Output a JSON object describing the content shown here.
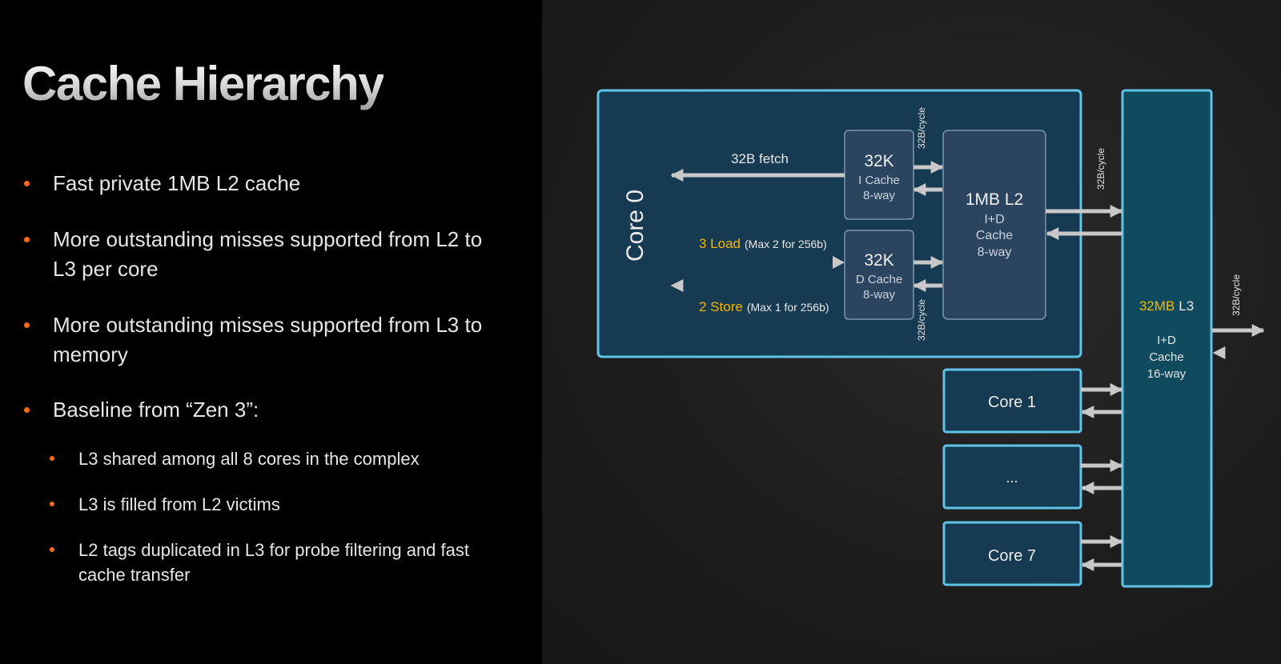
{
  "slide": {
    "title": "Cache Hierarchy"
  },
  "bullets": [
    {
      "text": "Fast private 1MB L2 cache",
      "level": 1
    },
    {
      "text": "More outstanding misses supported from L2 to L3 per core",
      "level": 1
    },
    {
      "text": "More outstanding misses supported from L3 to memory",
      "level": 1
    },
    {
      "text": "Baseline from “Zen 3”:",
      "level": 1
    },
    {
      "text": "L3 shared among all 8 cores in the complex",
      "level": 2
    },
    {
      "text": "L3 is filled from L2 victims",
      "level": 2
    },
    {
      "text": "L2 tags duplicated in L3 for probe filtering and fast cache transfer",
      "level": 2
    }
  ],
  "diagram": {
    "core0": {
      "label": "Core 0"
    },
    "icache": {
      "size": "32K",
      "name": "I Cache",
      "assoc": "8-way"
    },
    "dcache": {
      "size": "32K",
      "name": "D Cache",
      "assoc": "8-way"
    },
    "l2": {
      "size": "1MB L2",
      "type": "I+D",
      "name": "Cache",
      "assoc": "8-way"
    },
    "l3": {
      "size": "32MB",
      "level": "L3",
      "type": "I+D",
      "name": "Cache",
      "assoc": "16-way"
    },
    "fetch_label": "32B fetch",
    "load": {
      "count": "3 Load",
      "note": "(Max 2 for 256b)"
    },
    "store": {
      "count": "2 Store",
      "note": "(Max 1 for 256b)"
    },
    "bandwidth_label": "32B/cycle",
    "cores": [
      "Core 1",
      "...",
      "Core 7"
    ]
  },
  "colors": {
    "accent_orange": "#ff6a1a",
    "highlight_yellow": "#f5b800",
    "box_border": "#5fc4e8",
    "core0_fill": "#163a52",
    "inner_box_fill": "#2b4560",
    "l3_fill": "#0f4a5e",
    "arrow": "#c8c8c8"
  }
}
